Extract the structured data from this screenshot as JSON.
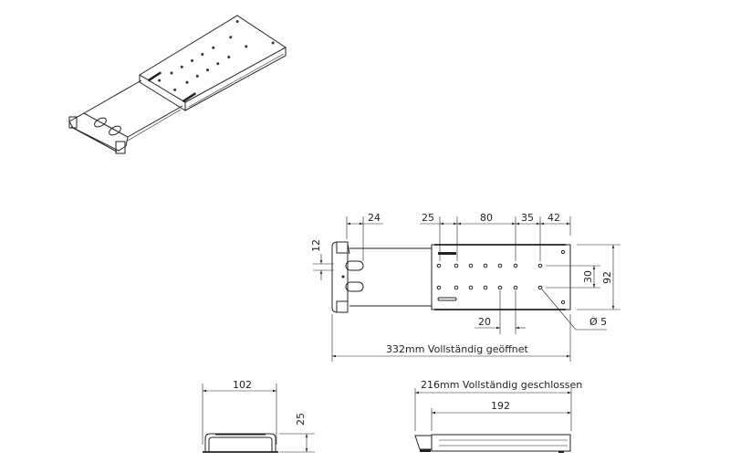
{
  "drawing": {
    "iso_view": {
      "label": "isometric-view"
    },
    "top_view": {
      "dims": {
        "d24": "24",
        "d25": "25",
        "d80": "80",
        "d35": "35",
        "d42": "42",
        "d12": "12",
        "d30": "30",
        "d92": "92",
        "d20": "20",
        "hole": "Ø 5",
        "open_length": "332mm Vollständig geöffnet"
      }
    },
    "front_view": {
      "dims": {
        "width": "102",
        "height": "25"
      }
    },
    "side_view": {
      "dims": {
        "closed_length": "216mm Vollständig geschlossen",
        "plate_length": "192"
      }
    }
  }
}
